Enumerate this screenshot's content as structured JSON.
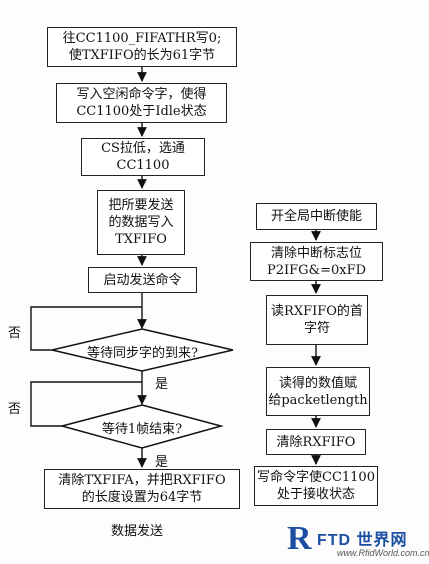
{
  "left_flow": {
    "step1": "往CC1100_FIFATHR写0;\n使TXFIFO的长为61字节",
    "step2": "写入空闲命令字，使得\nCC1100处于Idle状态",
    "step3": "CS拉低，选通\nCC1100",
    "step4": "把所要发送\n的数据写入\nTXFIFO",
    "step5": "启动发送命令",
    "decision1": "等待同步字的到来?",
    "decision2": "等待1帧结束?",
    "step6": "清除TXFIFA，并把RXFIFO\n的长度设置为64字节",
    "caption": "数据发送",
    "yes_label_1": "是",
    "no_label_1": "否",
    "yes_label_2": "是",
    "no_label_2": "否"
  },
  "right_flow": {
    "step1": "开全局中断使能",
    "step2": "清除中断标志位\nP2IFG&=0xFD",
    "step3": "读RXFIFO的首\n字符",
    "step4": "读得的数值赋\n给packetlength",
    "step5": "清除RXFIFO",
    "step6": "写命令字使CC1100\n处于接收状态"
  },
  "watermark": {
    "logo_letter": "R",
    "logo_text": "FTD 世界网",
    "logo_url": "www.RfidWorld.com.cn"
  }
}
